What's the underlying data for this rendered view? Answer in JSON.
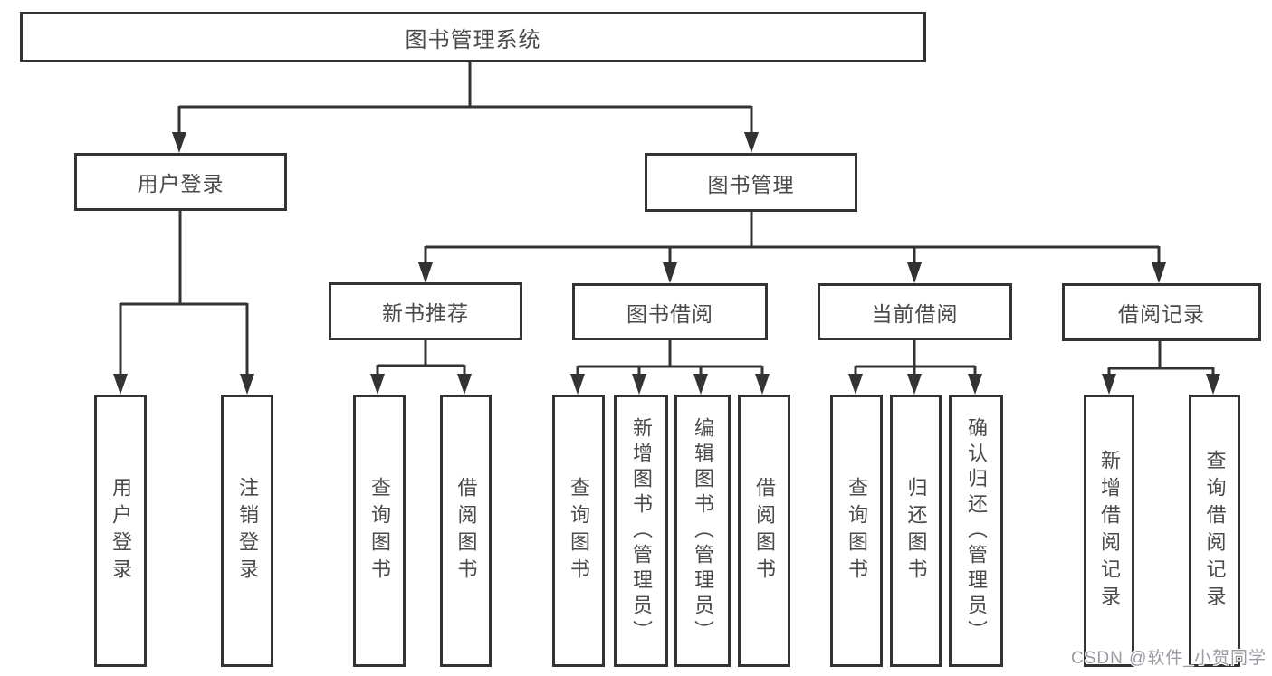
{
  "diagram": {
    "root": "图书管理系统",
    "level2": [
      "用户登录",
      "图书管理"
    ],
    "level3": [
      "新书推荐",
      "图书借阅",
      "当前借阅",
      "借阅记录"
    ],
    "leafGroups": [
      [
        "用户登录",
        "注销登录"
      ],
      [
        "查询图书",
        "借阅图书"
      ],
      [
        "查询图书",
        "新增图书（管理员）",
        "编辑图书（管理员）",
        "借阅图书"
      ],
      [
        "查询图书",
        "归还图书",
        "确认归还（管理员）"
      ],
      [
        "新增借阅记录",
        "查询借阅记录"
      ]
    ]
  },
  "watermark": "CSDN @软件_小贺同学",
  "colors": {
    "line": "#333333",
    "node_text": "#4a4a4a",
    "watermark_text": "#9a9aa2",
    "background": "#ffffff"
  }
}
